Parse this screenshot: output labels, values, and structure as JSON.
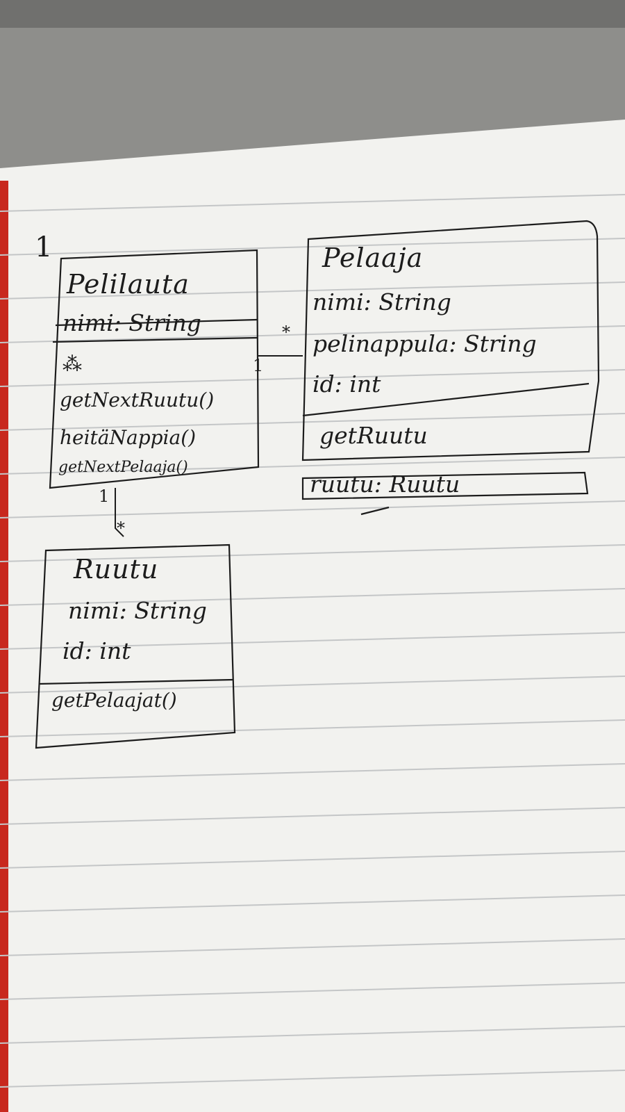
{
  "page_number": "1",
  "classes": {
    "pelilauta": {
      "name": "Pelilauta",
      "attributes": [
        "nimi: String"
      ],
      "scribble": "⁂",
      "methods": [
        "getNextRuutu()",
        "heitäNappia()",
        "getNextPelaaja()"
      ]
    },
    "pelaaja": {
      "name": "Pelaaja",
      "attributes": [
        "nimi: String",
        "pelinappula: String",
        "id: int"
      ],
      "methods": [
        "getRuutu"
      ],
      "extra": "ruutu: Ruutu"
    },
    "ruutu": {
      "name": "Ruutu",
      "attributes": [
        "nimi: String",
        "id: int"
      ],
      "methods": [
        "getPelaajat()"
      ]
    }
  },
  "associations": {
    "pelilauta_pelaaja": {
      "from_mult": "1",
      "to_mult": "*"
    },
    "pelilauta_ruutu": {
      "from_mult": "1",
      "to_mult": "*"
    }
  },
  "colors": {
    "paper": "#f2f2ef",
    "rule_line": "#c4c6c7",
    "ink": "#1c1c1c",
    "table_top": "#8e8e8b",
    "binding_red": "#c8281e"
  }
}
